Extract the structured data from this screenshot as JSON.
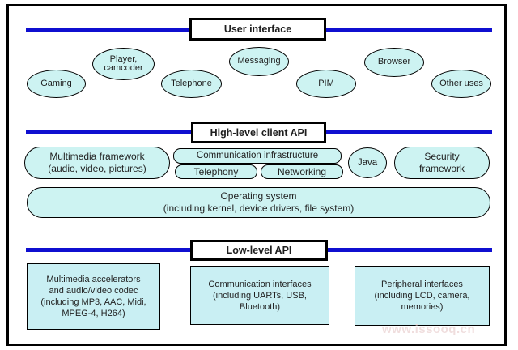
{
  "colors": {
    "band_line_blue": "#0f0fd0",
    "shape_fill_cyan": "#cdf3f2",
    "bottom_box_fill": "#c9eff3",
    "border_black": "#000000",
    "title_box_fill": "#ffffff"
  },
  "bands": {
    "user_interface": "User interface",
    "high_level_api": "High-level client API",
    "low_level_api": "Low-level API"
  },
  "apps": {
    "gaming": "Gaming",
    "player_line1": "Player,",
    "player_line2": "camcoder",
    "telephone": "Telephone",
    "messaging": "Messaging",
    "pim": "PIM",
    "browser": "Browser",
    "other_uses": "Other uses"
  },
  "middleware": {
    "multimedia_framework_line1": "Multimedia framework",
    "multimedia_framework_line2": "(audio, video, pictures)",
    "communication_infrastructure": "Communication infrastructure",
    "telephony": "Telephony",
    "networking": "Networking",
    "java": "Java",
    "security_line1": "Security",
    "security_line2": "framework",
    "operating_system_line1": "Operating system",
    "operating_system_line2": "(including kernel, device drivers, file system)"
  },
  "hardware": {
    "multimedia_accelerators_lines": [
      "Multimedia accelerators",
      "and audio/video codec",
      "(including MP3, AAC, Midi,",
      "MPEG-4, H264)"
    ],
    "communication_interfaces_lines": [
      "Communication interfaces",
      "(including UARTs, USB,",
      "Bluetooth)"
    ],
    "peripheral_interfaces_lines": [
      "Peripheral interfaces",
      "(including LCD, camera,",
      "memories)"
    ]
  },
  "watermark": "www.issooq.cn"
}
